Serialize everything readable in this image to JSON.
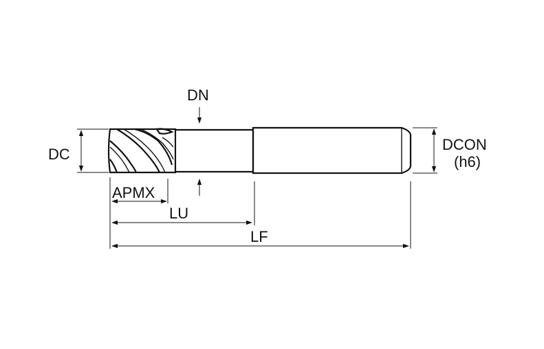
{
  "labels": {
    "dn": "DN",
    "dc": "DC",
    "dcon": "DCON",
    "dcon_tolerance": "(h6)",
    "apmx": "APMX",
    "lu": "LU",
    "lf": "LF"
  },
  "colors": {
    "line": "#111111",
    "background": "#ffffff"
  }
}
